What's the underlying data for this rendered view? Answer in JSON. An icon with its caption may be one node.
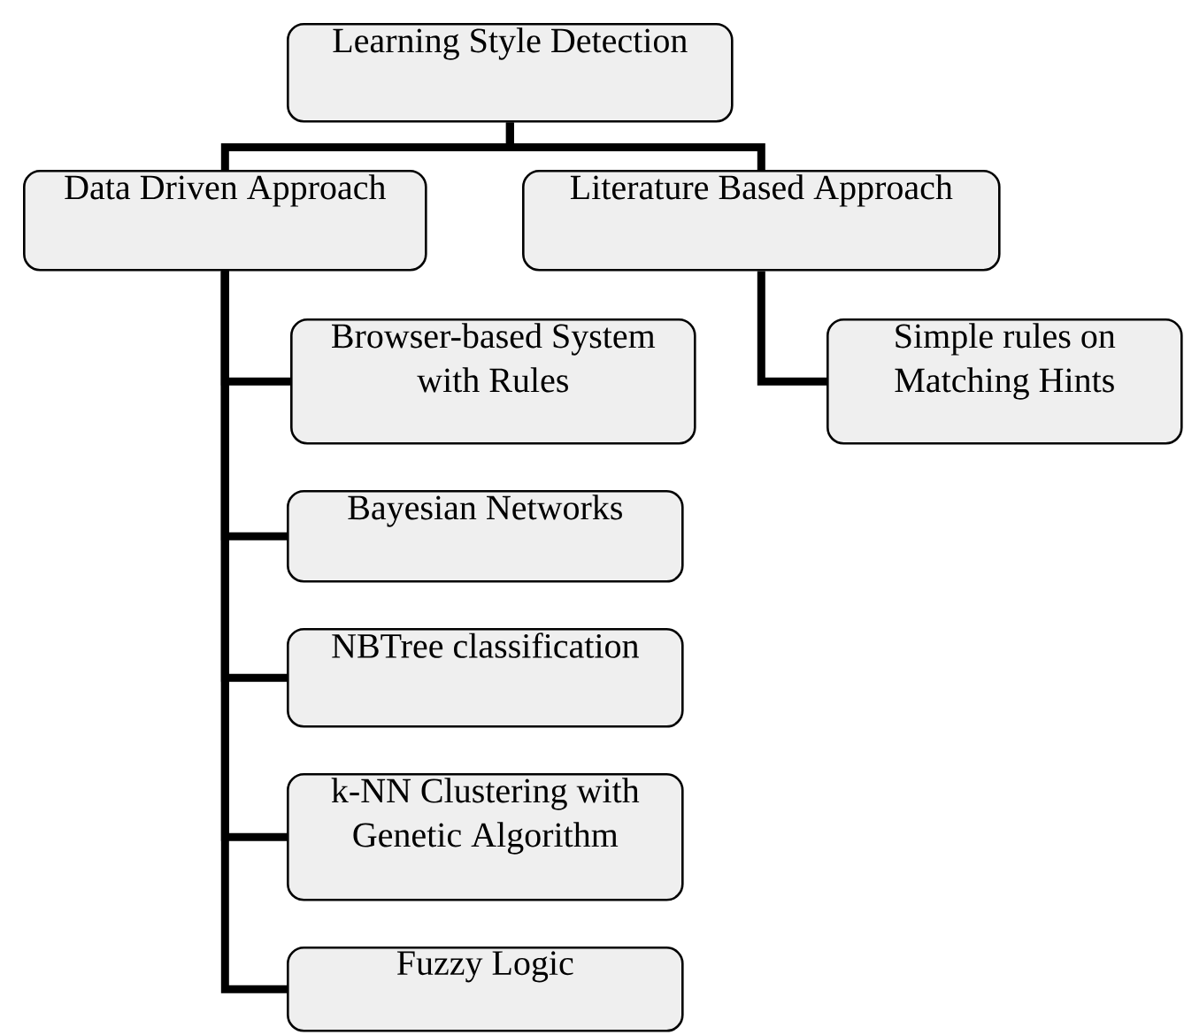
{
  "diagram": {
    "nodes": [
      {
        "text": [
          "Learning Style Detection"
        ]
      },
      {
        "text": [
          "Data Driven Approach"
        ]
      },
      {
        "text": [
          "Literature Based Approach"
        ]
      },
      {
        "text": [
          "Browser-based System with Rules"
        ]
      },
      {
        "text": [
          "Bayesian Networks"
        ]
      },
      {
        "text": [
          "NBTree classification"
        ]
      },
      {
        "text": [
          "k-NN Clustering with Genetic Algorithm"
        ]
      },
      {
        "text": [
          "Fuzzy Logic"
        ]
      },
      {
        "text": [
          "Simple rules on Matching Hints"
        ]
      }
    ],
    "edges": [
      {
        "from": 0,
        "to": 1,
        "arrow": "none"
      },
      {
        "from": 0,
        "to": 2,
        "arrow": "none"
      },
      {
        "from": 1,
        "to": 3,
        "arrow": "none"
      },
      {
        "from": 1,
        "to": 4,
        "arrow": "none"
      },
      {
        "from": 1,
        "to": 5,
        "arrow": "none"
      },
      {
        "from": 1,
        "to": 6,
        "arrow": "none"
      },
      {
        "from": 1,
        "to": 7,
        "arrow": "none"
      },
      {
        "from": 2,
        "to": 8,
        "arrow": "none"
      }
    ]
  }
}
